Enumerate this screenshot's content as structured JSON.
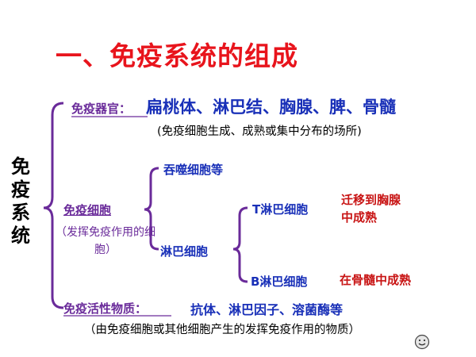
{
  "title": "一、免疫系统的组成",
  "root": "免疫系统",
  "organs": {
    "label": "免疫器官：",
    "items": "扁桃体、淋巴结、胸腺、脾、骨髓",
    "note": "(免疫细胞生成、成熟或集中分布的场所)"
  },
  "cells": {
    "label": "免疫细胞",
    "note": "（发挥免疫作用的细胞）",
    "phagocytes": "吞噬细胞等",
    "lymphocytes": {
      "label": "淋巴细胞",
      "t_cell": "T淋巴细胞",
      "t_note": "迁移到胸腺中成熟",
      "b_cell": "B淋巴细胞",
      "b_note": "在骨髓中成熟"
    }
  },
  "substances": {
    "label": "免疫活性物质：",
    "items": "抗体、淋巴因子、溶菌酶等",
    "note": "（由免疫细胞或其他细胞产生的发挥免疫作用的物质）"
  },
  "colors": {
    "title": "#e8141c",
    "category": "#6a2b9a",
    "term": "#1930b8",
    "highlight": "#c81414",
    "bracket": "#6a2b9a"
  },
  "icons": [
    "smiley-icon"
  ]
}
